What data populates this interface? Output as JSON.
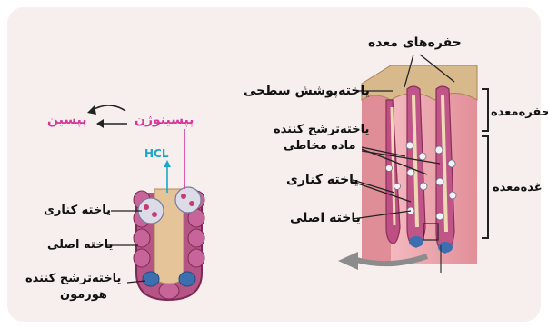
{
  "right_diagram": {
    "gastric_pits": "حفره‌های معده",
    "surface_epithelial_cell": "یاخته‌پوشش سطحی",
    "mucus_secreting_cell_line1": "یاخته‌ترشح کننده",
    "mucus_secreting_cell_line2": "ماده مخاطی",
    "parietal_cell": "یاخته کناری",
    "chief_cell": "یاخته اصلی",
    "gastric_pit_bracket": "حفره‌معده",
    "gastric_gland_bracket": "غده‌معده"
  },
  "left_diagram": {
    "pepsinogen": "پپسینوژن",
    "pepsin": "پپسین",
    "hcl": "HCL",
    "parietal_cell": "یاخته کناری",
    "chief_cell": "یاخته اصلی",
    "hormone_secreting_line1": "یاخته‌ترشح کننده",
    "hormone_secreting_line2": "هورمون"
  },
  "colors": {
    "background": "#f7eeee",
    "tissue_pink": "#e9a6ad",
    "surface_tan": "#d7b98c",
    "gland_magenta": "#b6457a",
    "pepsin_pink": "#d43a9a",
    "hcl_cyan": "#1aa7c9",
    "hormone_blue": "#3b6fb0"
  }
}
